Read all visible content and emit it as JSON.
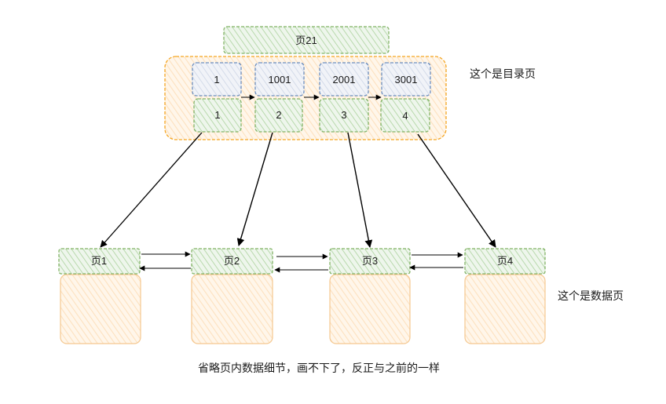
{
  "diagram": {
    "root_page": {
      "label": "页21"
    },
    "directory": {
      "keys": [
        "1",
        "1001",
        "2001",
        "3001"
      ],
      "page_numbers": [
        "1",
        "2",
        "3",
        "4"
      ],
      "caption": "这个是目录页"
    },
    "data_pages": {
      "labels": [
        "页1",
        "页2",
        "页3",
        "页4"
      ],
      "caption": "这个是数据页"
    },
    "footnote": "省略页内数据细节，画不下了，反正与之前的一样",
    "colors": {
      "green_fill": "#d5e8d4",
      "green_stroke": "#82b366",
      "blue_fill": "#dae8fc",
      "blue_stroke": "#6c8ebf",
      "orange_fill": "#ffe6cc",
      "orange_stroke": "#f5a623",
      "arrow": "#000000"
    }
  }
}
